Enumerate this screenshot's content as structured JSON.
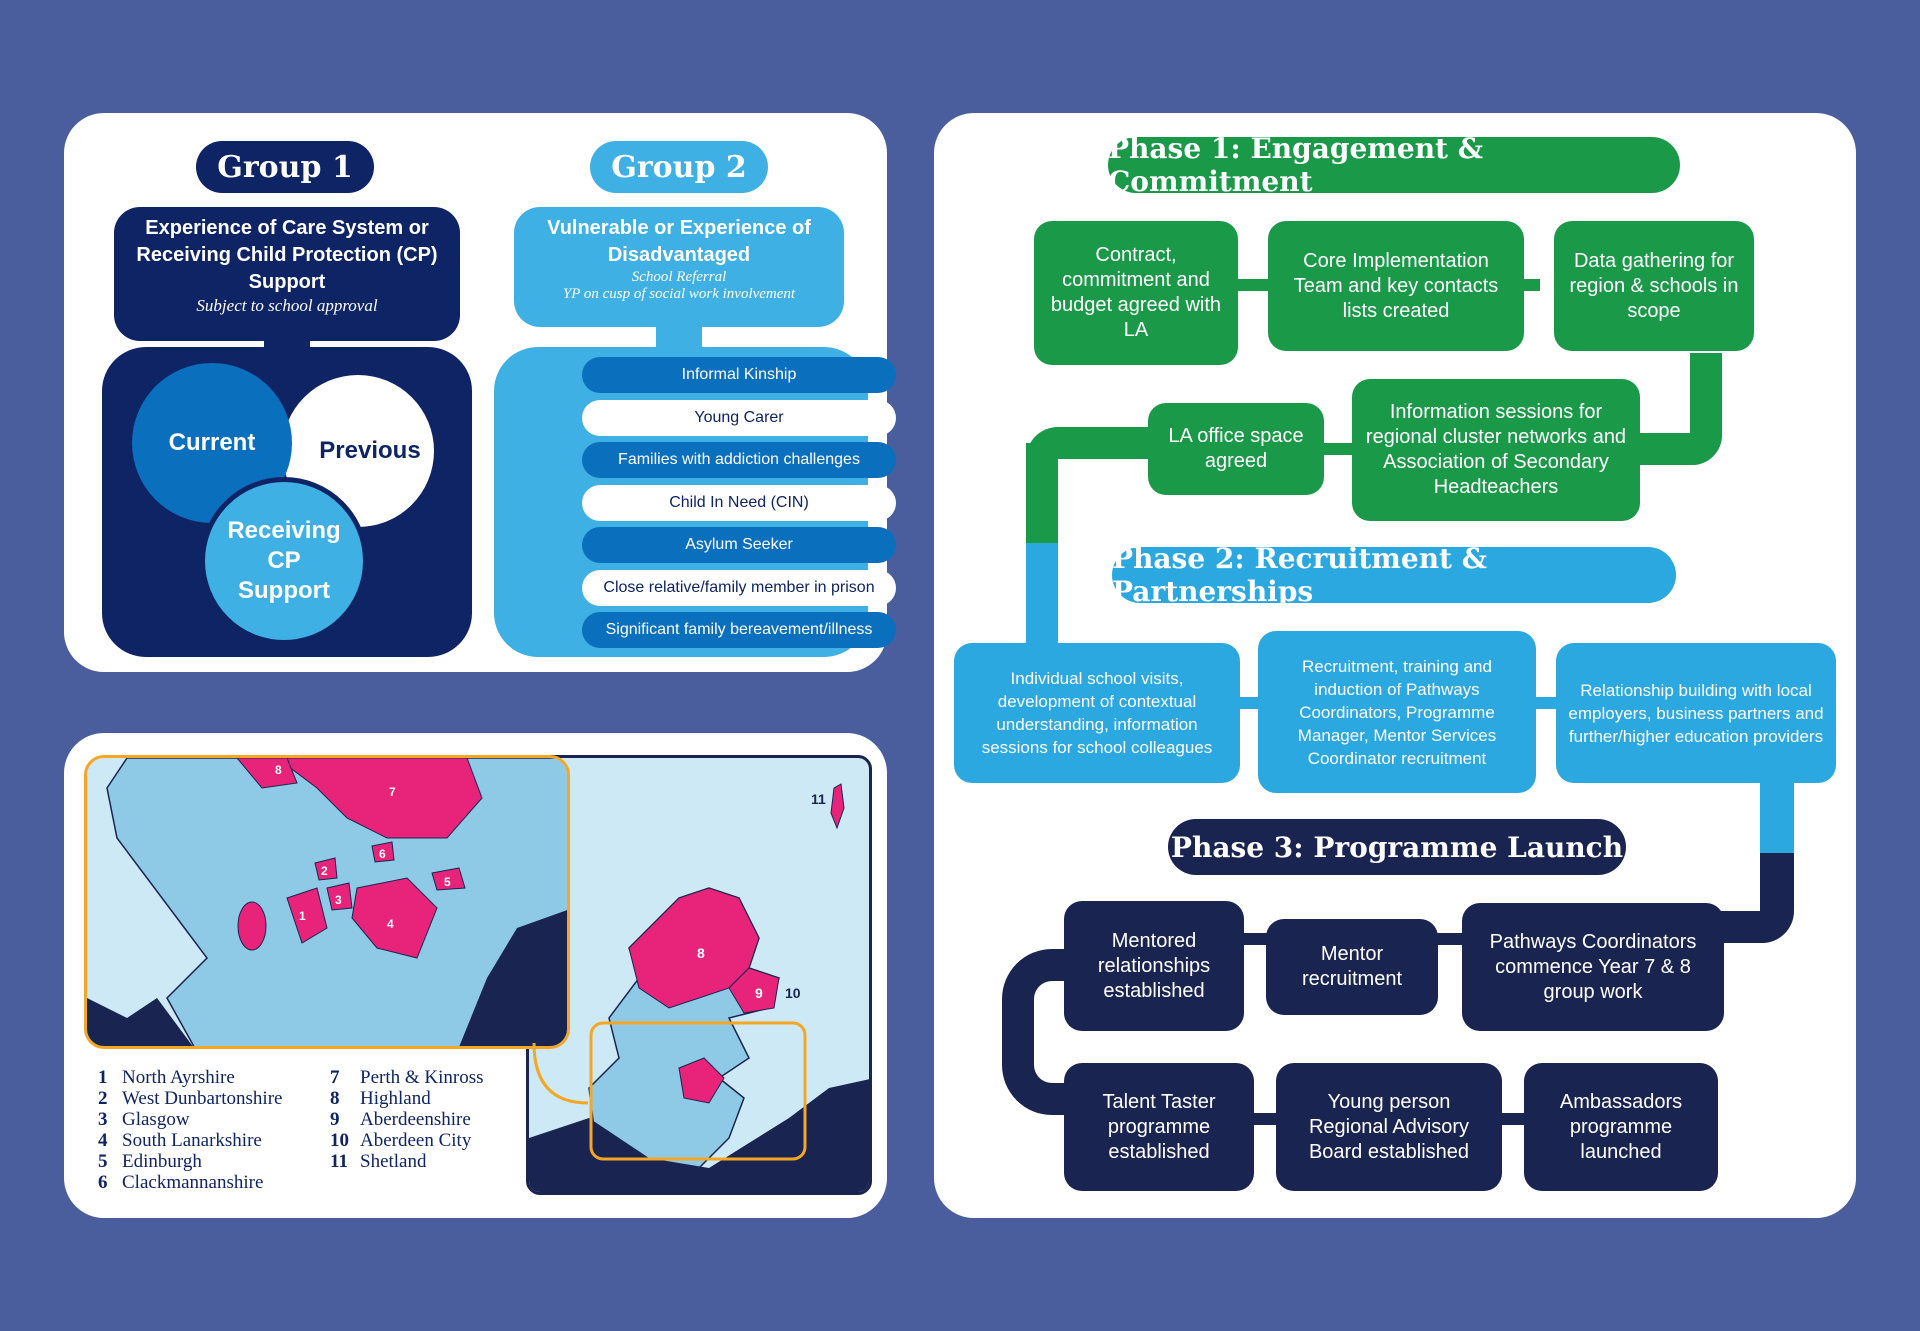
{
  "colors": {
    "background": "#4a5e9e",
    "group1": "#0f2464",
    "group2": "#3fb0e3",
    "phase1": "#1a9a49",
    "phase2": "#2ba8e0",
    "phase3": "#1a2450",
    "highlight": "#e8237a",
    "map_water": "#cde9f5",
    "map_land": "#8ecae6"
  },
  "groups": {
    "group1": {
      "title": "Group 1",
      "heading": "Experience of Care System or Receiving Child Protection (CP) Support",
      "note": "Subject to school approval",
      "circles": {
        "current": "Current",
        "previous": "Previous",
        "receiving": "Receiving CP Support"
      }
    },
    "group2": {
      "title": "Group 2",
      "heading": "Vulnerable or Experience of Disadvantaged",
      "note1": "School Referral",
      "note2": "YP on cusp of social work involvement",
      "items": [
        "Informal Kinship",
        "Young Carer",
        "Families with addiction challenges",
        "Child In Need (CIN)",
        "Asylum Seeker",
        "Close relative/family member in prison",
        "Significant family bereavement/illness"
      ]
    }
  },
  "map": {
    "region_numbers": [
      "1",
      "2",
      "3",
      "4",
      "5",
      "6",
      "7",
      "8",
      "9",
      "10",
      "11"
    ],
    "legend_left": [
      {
        "num": "1",
        "name": "North Ayrshire"
      },
      {
        "num": "2",
        "name": "West Dunbartonshire"
      },
      {
        "num": "3",
        "name": "Glasgow"
      },
      {
        "num": "4",
        "name": "South Lanarkshire"
      },
      {
        "num": "5",
        "name": "Edinburgh"
      },
      {
        "num": "6",
        "name": "Clackmannanshire"
      }
    ],
    "legend_right": [
      {
        "num": "7",
        "name": "Perth & Kinross"
      },
      {
        "num": "8",
        "name": "Highland"
      },
      {
        "num": "9",
        "name": "Aberdeenshire"
      },
      {
        "num": "10",
        "name": "Aberdeen City"
      },
      {
        "num": "11",
        "name": "Shetland"
      }
    ]
  },
  "phases": {
    "phase1": {
      "title": "Phase 1: Engagement & Commitment",
      "steps": {
        "contract": "Contract, commitment and budget agreed with LA",
        "core": "Core Implementation Team and key contacts lists created",
        "data": "Data gathering for region & schools in scope",
        "info": "Information sessions for regional cluster networks and Association of Secondary Headteachers",
        "office": "LA office space agreed"
      }
    },
    "phase2": {
      "title": "Phase 2: Recruitment & Partnerships",
      "steps": {
        "visits": "Individual school visits, development of contextual understanding, information sessions for school colleagues",
        "recruit": "Recruitment, training and induction of Pathways Coordinators, Programme Manager, Mentor Services Coordinator recruitment",
        "relationship": "Relationship building with local employers, business partners and further/higher education providers"
      }
    },
    "phase3": {
      "title": "Phase 3: Programme Launch",
      "steps": {
        "pathways": "Pathways Coordinators commence Year 7 & 8 group work",
        "mentor": "Mentor recruitment",
        "mentored": "Mentored relationships established",
        "talent": "Talent Taster programme established",
        "advisory": "Young person Regional Advisory Board established",
        "ambassadors": "Ambassadors programme launched"
      }
    }
  }
}
